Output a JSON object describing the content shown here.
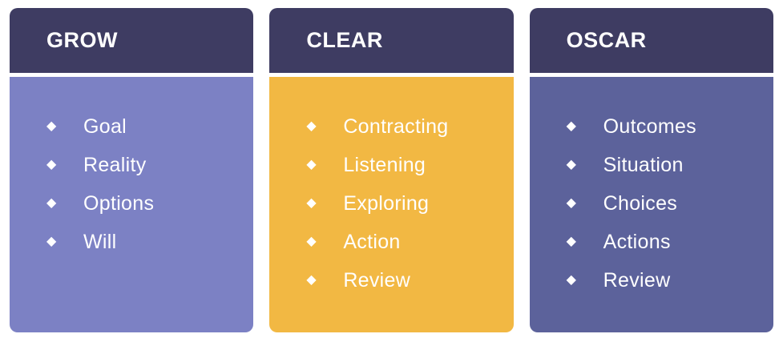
{
  "colors": {
    "background": "#FFFFFF",
    "header": "#3E3C62",
    "grow_body": "#7C81C4",
    "clear_body": "#F2B843",
    "oscar_body": "#5C629B",
    "text": "#FFFFFF"
  },
  "bullet_icon": "◆",
  "cards": [
    {
      "title": "GROW",
      "items": [
        "Goal",
        "Reality",
        "Options",
        "Will"
      ]
    },
    {
      "title": "CLEAR",
      "items": [
        "Contracting",
        "Listening",
        "Exploring",
        "Action",
        "Review"
      ]
    },
    {
      "title": "OSCAR",
      "items": [
        "Outcomes",
        "Situation",
        "Choices",
        "Actions",
        "Review"
      ]
    }
  ]
}
